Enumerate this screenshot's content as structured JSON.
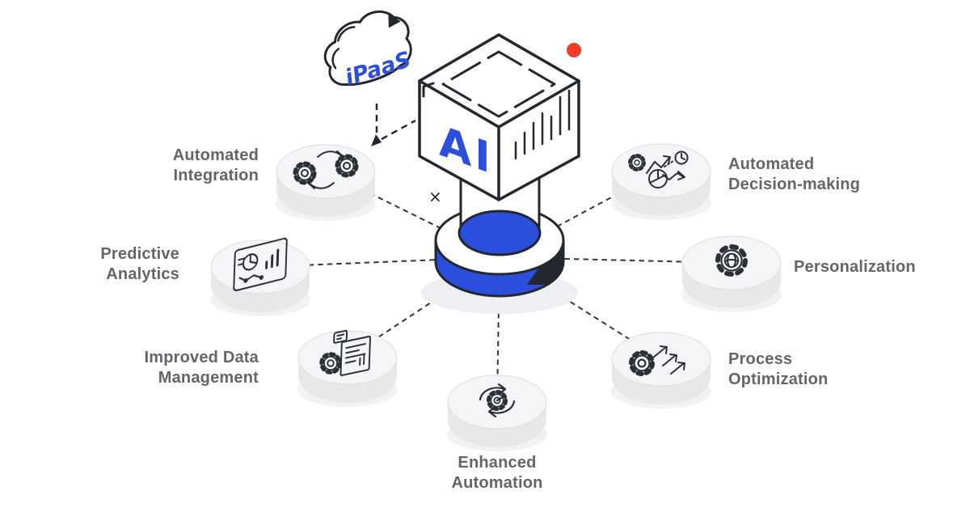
{
  "title": "AI iPaaS benefits infographic",
  "center": {
    "cube_label": "AI",
    "cloud_label": "iPaaS",
    "cross_mark": "×"
  },
  "colors": {
    "accent_blue": "#2b4edc",
    "alert_red": "#f43b28",
    "outline_dark": "#23272e",
    "icon_stroke": "#2b3036",
    "label_gray": "#646569",
    "disc_top": "#f5f5f7",
    "disc_side": "#e8e8eb",
    "shadow": "#edeff2"
  },
  "nodes": [
    {
      "id": "automated-integration",
      "label": "Automated\nIntegration",
      "icon": "gears-sync-icon"
    },
    {
      "id": "predictive-analytics",
      "label": "Predictive\nAnalytics",
      "icon": "analytics-dashboard-icon"
    },
    {
      "id": "improved-data-management",
      "label": "Improved Data\nManagement",
      "icon": "document-gear-icon"
    },
    {
      "id": "enhanced-automation",
      "label": "Enhanced\nAutomation",
      "icon": "gear-cycle-icon"
    },
    {
      "id": "process-optimization",
      "label": "Process\nOptimization",
      "icon": "gear-arrows-icon"
    },
    {
      "id": "personalization",
      "label": "Personalization",
      "icon": "gear-brain-icon"
    },
    {
      "id": "automated-decision-making",
      "label": "Automated\nDecision-making",
      "icon": "decision-flow-icon"
    }
  ]
}
